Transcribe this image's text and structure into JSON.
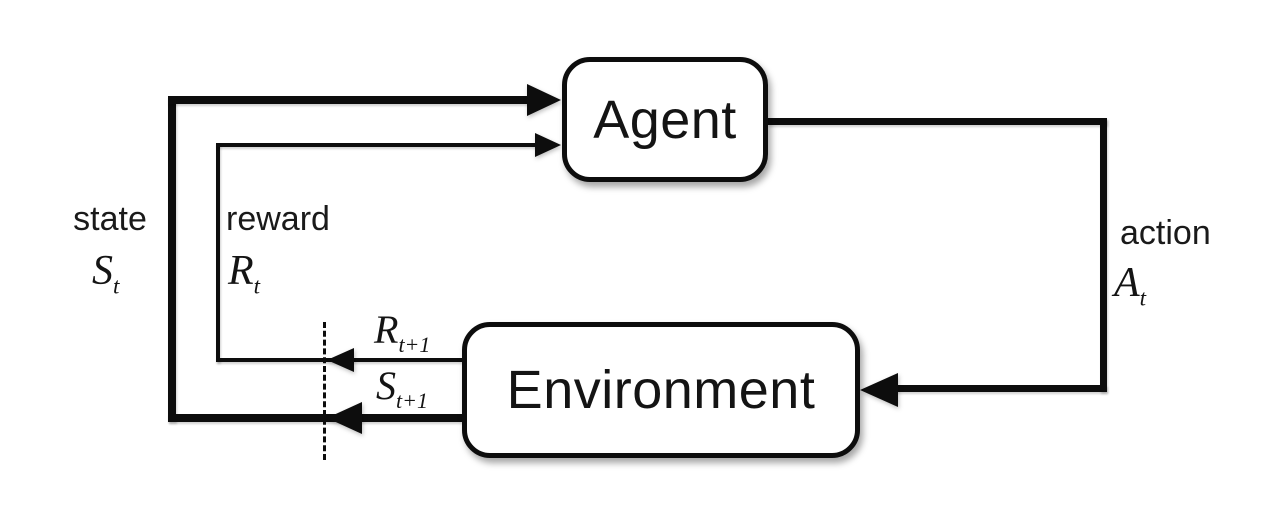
{
  "nodes": {
    "agent": {
      "label": "Agent"
    },
    "environment": {
      "label": "Environment"
    }
  },
  "labels": {
    "state": {
      "word": "state",
      "base": "S",
      "sub": "t"
    },
    "reward": {
      "word": "reward",
      "base": "R",
      "sub": "t"
    },
    "action": {
      "word": "action",
      "base": "A",
      "sub": "t"
    },
    "next_reward": {
      "base": "R",
      "sub": "t+1"
    },
    "next_state": {
      "base": "S",
      "sub": "t+1"
    }
  },
  "colors": {
    "ink": "#0d0d0d",
    "box_fill": "#ffffff",
    "background": "#ffffff"
  }
}
